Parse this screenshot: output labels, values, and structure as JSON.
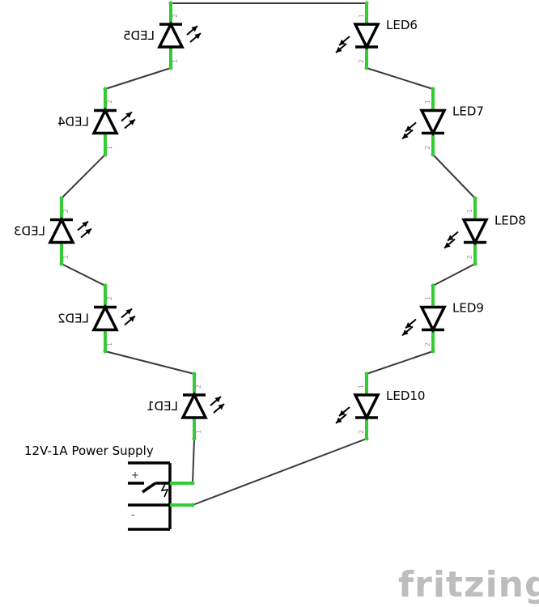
{
  "power_supply": {
    "label": "12V-1A Power Supply",
    "plus_sign": "+",
    "minus_sign": "-"
  },
  "leds": [
    {
      "id": "led1",
      "label": "LED1",
      "side": "left",
      "mirrored": true,
      "pin_top": "2",
      "pin_bottom": "1"
    },
    {
      "id": "led2",
      "label": "LED2",
      "side": "left",
      "mirrored": true,
      "pin_top": "2",
      "pin_bottom": "1"
    },
    {
      "id": "led3",
      "label": "LED3",
      "side": "left",
      "mirrored": true,
      "pin_top": "2",
      "pin_bottom": "1"
    },
    {
      "id": "led4",
      "label": "LED4",
      "side": "left",
      "mirrored": true,
      "pin_top": "2",
      "pin_bottom": "1"
    },
    {
      "id": "led5",
      "label": "LED5",
      "side": "left",
      "mirrored": true,
      "pin_top": "2",
      "pin_bottom": "1"
    },
    {
      "id": "led6",
      "label": "LED6",
      "side": "right",
      "mirrored": false,
      "pin_top": "1",
      "pin_bottom": "2"
    },
    {
      "id": "led7",
      "label": "LED7",
      "side": "right",
      "mirrored": false,
      "pin_top": "1",
      "pin_bottom": "2"
    },
    {
      "id": "led8",
      "label": "LED8",
      "side": "right",
      "mirrored": false,
      "pin_top": "1",
      "pin_bottom": "2"
    },
    {
      "id": "led9",
      "label": "LED9",
      "side": "right",
      "mirrored": false,
      "pin_top": "1",
      "pin_bottom": "2"
    },
    {
      "id": "led10",
      "label": "LED10",
      "side": "right",
      "mirrored": false,
      "pin_top": "1",
      "pin_bottom": "2"
    }
  ],
  "branding": {
    "text": "fritzing"
  },
  "colors": {
    "pin": "#33cc33",
    "wire": "#3a3a3a",
    "symbol": "#000000",
    "branding": "#bdbdbd"
  }
}
